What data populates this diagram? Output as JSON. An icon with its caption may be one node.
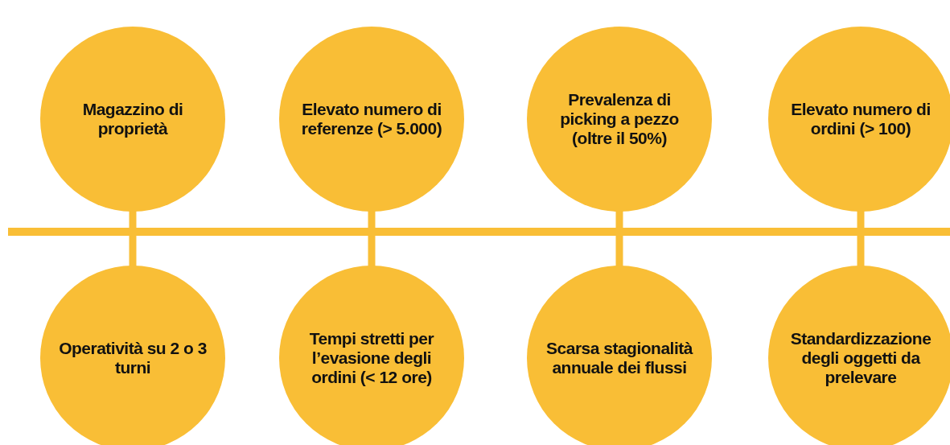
{
  "diagram": {
    "nodes": [
      {
        "text": [
          "Magazzino di proprietà"
        ]
      },
      {
        "text": [
          "Elevato numero di referenze (> 5.000)"
        ]
      },
      {
        "text": [
          "Prevalenza di picking a pezzo (oltre il 50%)"
        ]
      },
      {
        "text": [
          "Elevato numero di ordini (> 100)"
        ]
      },
      {
        "text": [
          "Operatività su 2 o 3 turni"
        ]
      },
      {
        "text": [
          "Tempi stretti per l’evasione degli ordini (< 12 ore)"
        ]
      },
      {
        "text": [
          "Scarsa stagionalità annuale dei flussi"
        ]
      },
      {
        "text": [
          "Standardizzazione degli oggetti da prelevare"
        ]
      },
      {
        "text": [],
        "shape": "bar"
      }
    ],
    "edges": [
      {
        "from": 0,
        "to": 8,
        "arrow": "none"
      },
      {
        "from": 1,
        "to": 8,
        "arrow": "none"
      },
      {
        "from": 2,
        "to": 8,
        "arrow": "none"
      },
      {
        "from": 3,
        "to": 8,
        "arrow": "none"
      },
      {
        "from": 4,
        "to": 8,
        "arrow": "none"
      },
      {
        "from": 5,
        "to": 8,
        "arrow": "none"
      },
      {
        "from": 6,
        "to": 8,
        "arrow": "none"
      },
      {
        "from": 7,
        "to": 8,
        "arrow": "none"
      }
    ]
  }
}
